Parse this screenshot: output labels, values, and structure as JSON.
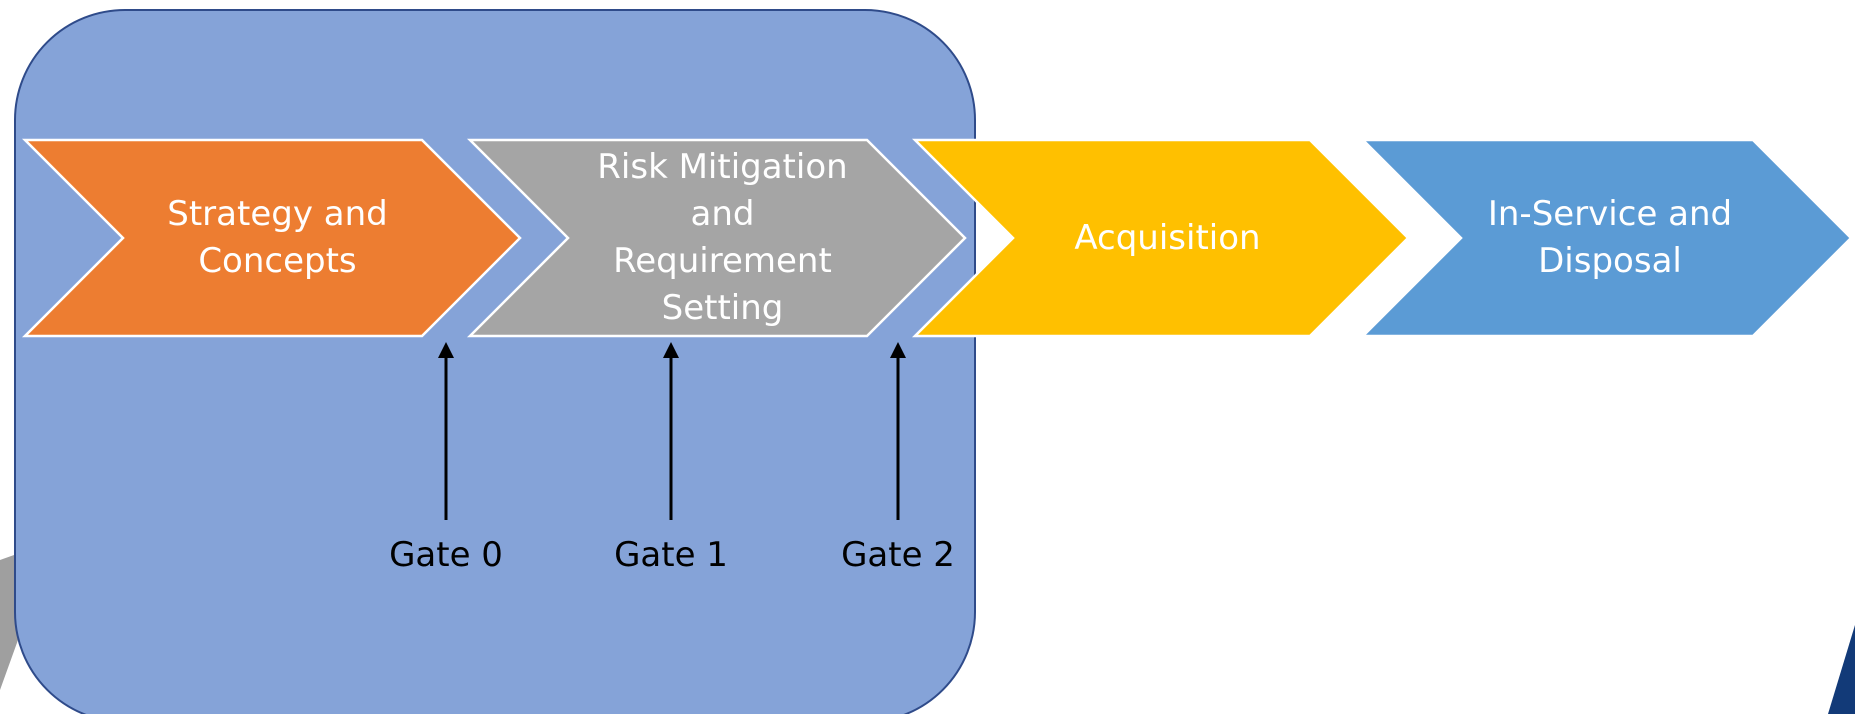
{
  "stages": [
    {
      "label": "Strategy and\nConcepts",
      "color": "#ED7D31"
    },
    {
      "label": "Risk Mitigation\nand\nRequirement\nSetting",
      "color": "#A5A5A5"
    },
    {
      "label": "Acquisition",
      "color": "#FFC000"
    },
    {
      "label": "In-Service and\nDisposal",
      "color": "#5B9BD5"
    }
  ],
  "gates": [
    {
      "label": "Gate 0"
    },
    {
      "label": "Gate 1"
    },
    {
      "label": "Gate 2"
    }
  ],
  "colors": {
    "panel_fill": "#85A3D8",
    "panel_border": "#2F4B8A",
    "arrow": "#000000",
    "corner_accent": "#123A78"
  }
}
